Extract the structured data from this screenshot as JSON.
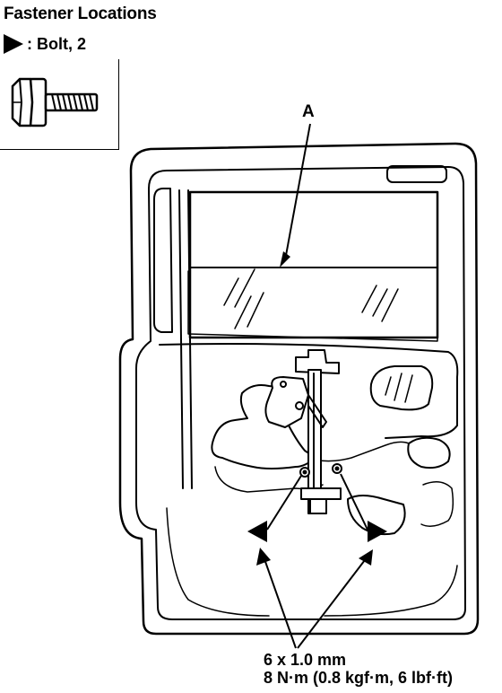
{
  "title": "Fastener Locations",
  "legend": {
    "label": ": Bolt, 2"
  },
  "callout": {
    "label": "A"
  },
  "spec": {
    "size": "6 x 1.0 mm",
    "torque": "8 N·m (0.8 kgf·m, 6 lbf·ft)"
  }
}
